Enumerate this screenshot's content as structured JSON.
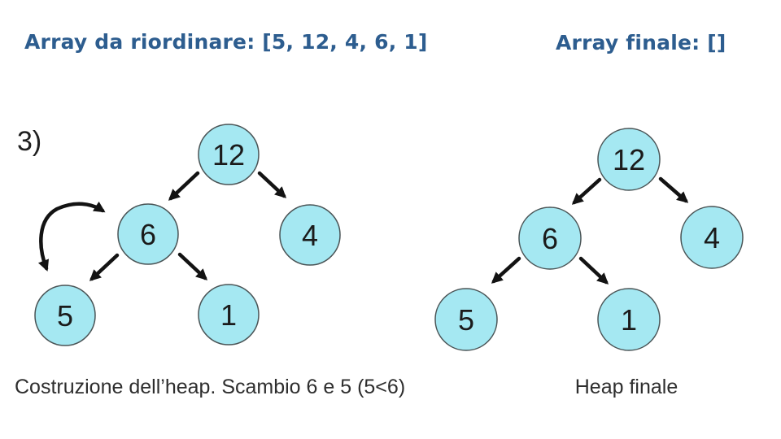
{
  "header": {
    "source_array_label": "Array da riordinare: [5, 12, 4, 6, 1]",
    "final_array_label": "Array finale: []"
  },
  "step_number_label": "3)",
  "left_tree": {
    "nodes": {
      "root": "12",
      "left_child": "6",
      "right_child": "4",
      "left_left_child": "5",
      "left_right_child": "1"
    },
    "swap_arrow_meaning": "swap between 5 and 6",
    "caption": "Costruzione dell’heap. Scambio 6 e 5 (5<6)"
  },
  "right_tree": {
    "nodes": {
      "root": "12",
      "left_child": "6",
      "right_child": "4",
      "left_left_child": "5",
      "left_right_child": "1"
    },
    "caption": "Heap finale"
  },
  "colors": {
    "header_text": "#2d5d8f",
    "node_fill": "#a5e8f2",
    "node_border": "#4a5456",
    "arrow": "#131313",
    "caption_text": "#2e2e2e",
    "step_text": "#1f1f1f"
  }
}
